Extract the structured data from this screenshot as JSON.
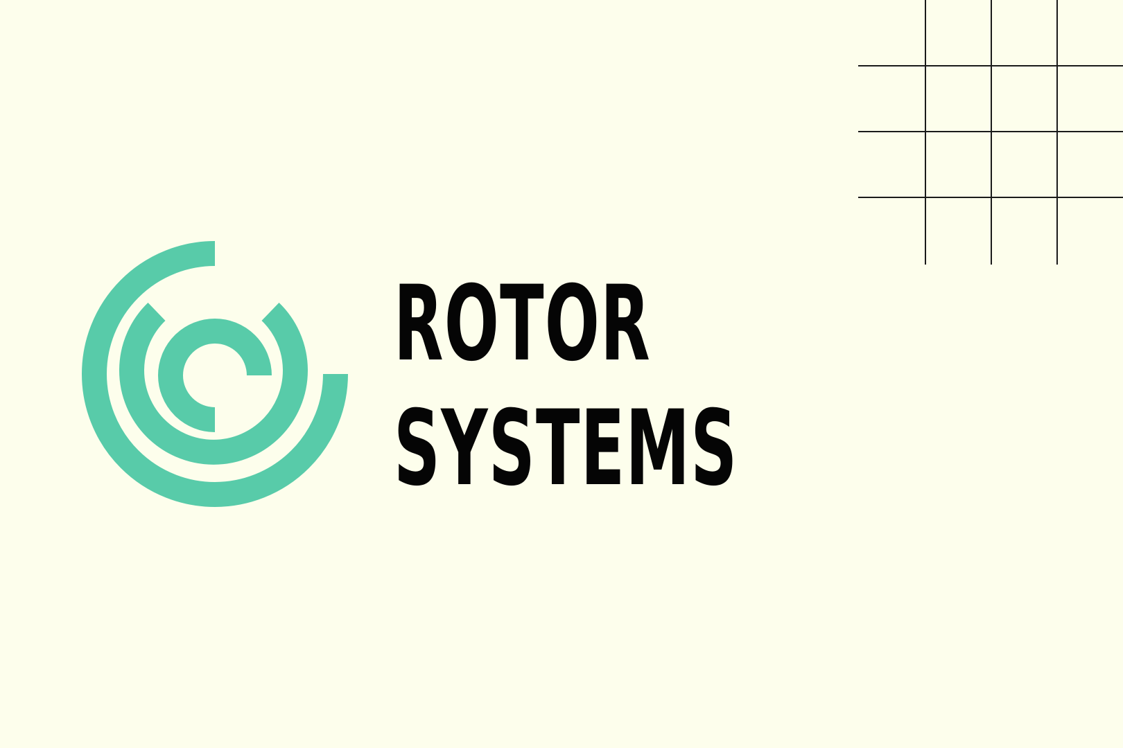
{
  "brand": {
    "line1": "ROTOR",
    "line2": "SYSTEMS",
    "logo_icon": "concentric-rotor-arcs-icon"
  },
  "decoration": {
    "grid_icon": "line-grid-decoration"
  },
  "colors": {
    "background": "#fdfeec",
    "accent": "#58cba9",
    "text": "#050505",
    "grid_lines": "#1a1a1a"
  }
}
